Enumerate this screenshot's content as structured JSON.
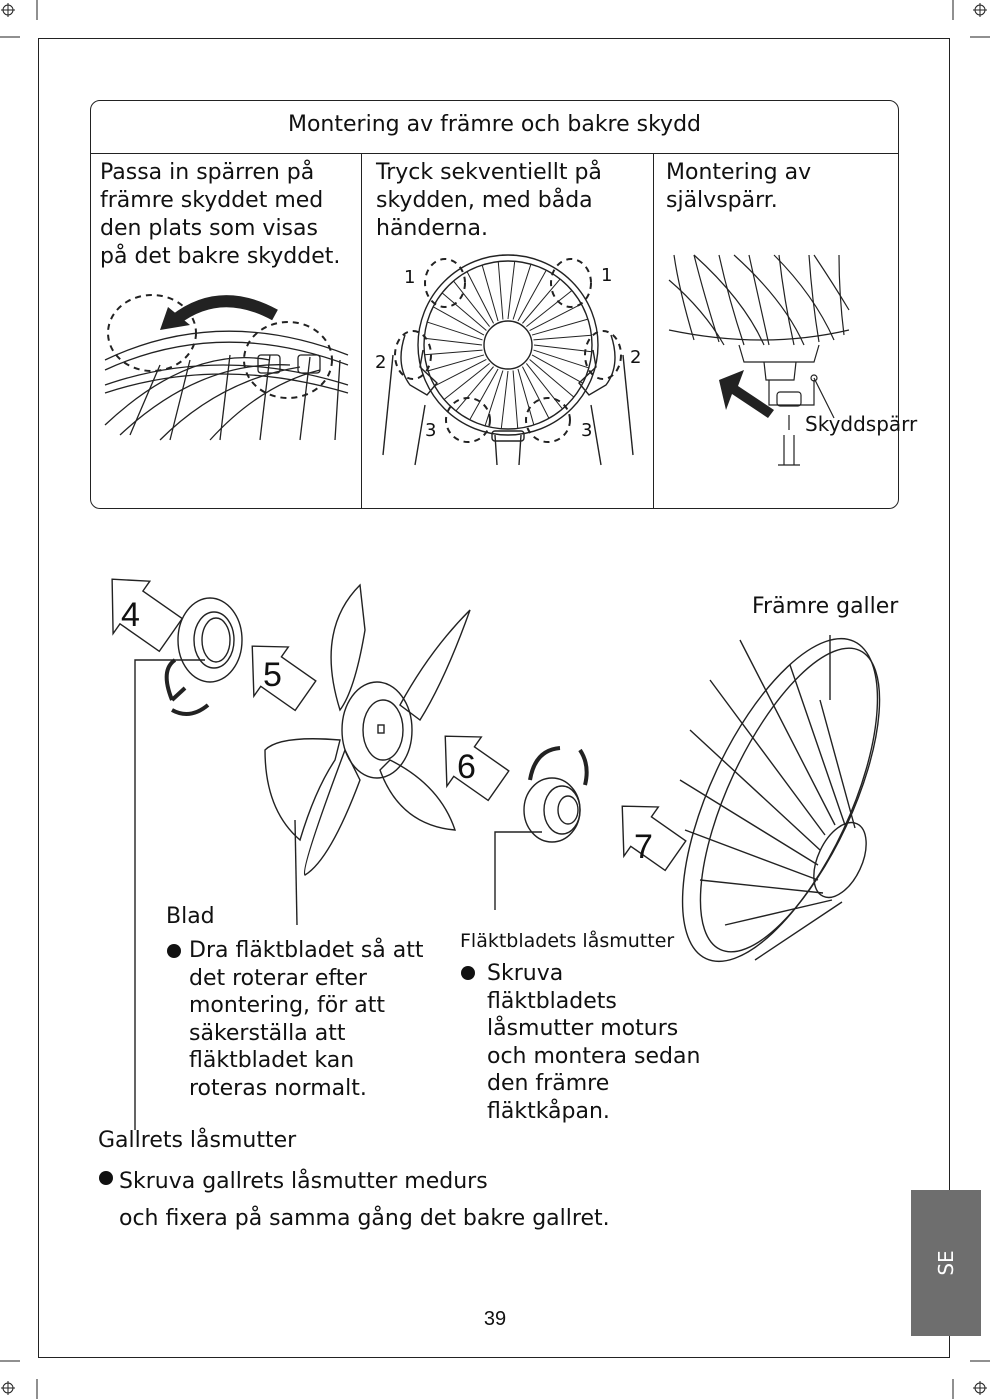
{
  "section": {
    "title": "Montering av främre och bakre skydd",
    "step1": "Passa in spärren på\nfrämre skyddet med\nden plats som visas\npå det bakre skyddet.",
    "step2": "Tryck sekventiellt på\nskydden, med båda\nhänderna.",
    "step3": "Montering av\nsjälvspärr.",
    "press_order": [
      "1",
      "1",
      "2",
      "2",
      "3",
      "3"
    ],
    "lock_label": "Skyddspärr"
  },
  "diagram": {
    "arrow_numbers": [
      "4",
      "5",
      "6",
      "7"
    ],
    "front_grille_label": "Främre galler",
    "blade": {
      "label": "Blad",
      "text": "Dra fläktbladet så att\ndet roterar efter\nmontering, för att\nsäkerställa att\nfläktbladet kan\nroteras normalt."
    },
    "blade_nut": {
      "label": "Fläktbladets låsmutter",
      "text": "Skruva\nfläktbladets\nlåsmutter moturs\noch montera sedan\nden främre\nfläktkåpan."
    },
    "grille_nut": {
      "label": "Gallrets låsmutter",
      "text": "Skruva gallrets låsmutter medurs\noch fixera på samma gång det bakre gallret."
    }
  },
  "side_tab": "SE",
  "page_number": "39"
}
